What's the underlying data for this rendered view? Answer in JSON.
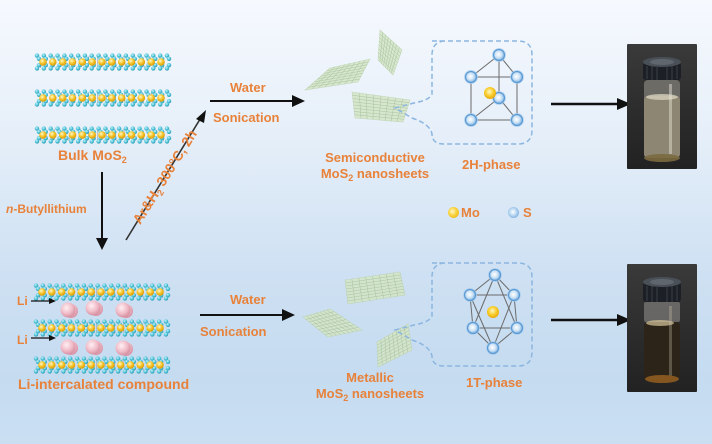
{
  "diagram": {
    "type": "process-flow",
    "title": "Exfoliation of MoS2 into semiconductive (2H) and metallic (1T) nanosheets"
  },
  "nodes": {
    "bulk": {
      "label": "Bulk MoS",
      "subscript": "2"
    },
    "intercalated": {
      "label": "Li-intercalated compound",
      "li_label_1": "Li",
      "li_label_2": "Li"
    },
    "semi_sheets": {
      "line1": "Semiconductive",
      "line2_pre": "MoS",
      "line2_sub": "2",
      "line2_post": " nanosheets"
    },
    "metal_sheets": {
      "line1": "Metallic",
      "line2_pre": "MoS",
      "line2_sub": "2",
      "line2_post": " nanosheets"
    },
    "phase_2h": {
      "label": "2H-phase"
    },
    "phase_1t": {
      "label": "1T-phase"
    }
  },
  "edges": {
    "butyllithium": {
      "prefix": "n",
      "text": "-Butyllithium"
    },
    "anneal": {
      "pre": "Ar&H",
      "sub": "2",
      "post": " 300°C, 2h"
    },
    "top_process": {
      "above": "Water",
      "below": "Sonication"
    },
    "bottom_process": {
      "above": "Water",
      "below": "Sonication"
    }
  },
  "legend": {
    "mo": {
      "label": "Mo",
      "icon": "yellow-sphere",
      "color": "#f5c325"
    },
    "s": {
      "label": "S",
      "icon": "blue-sphere",
      "color": "#5b9bd5"
    }
  },
  "photos": {
    "top": {
      "subject": "vial-light-dispersion",
      "liquid_color": "#8d8672"
    },
    "bottom": {
      "subject": "vial-dark-dispersion",
      "liquid_color": "#2c2418"
    }
  },
  "colors": {
    "label": "#e8823a",
    "arrow": "#111111",
    "callout": "#8cb6e0",
    "sheet": "#d4e6c6",
    "mo_atom": "#f5c325",
    "s_atom": "#4ec3d8",
    "li_atom": "#f0bcc8"
  }
}
